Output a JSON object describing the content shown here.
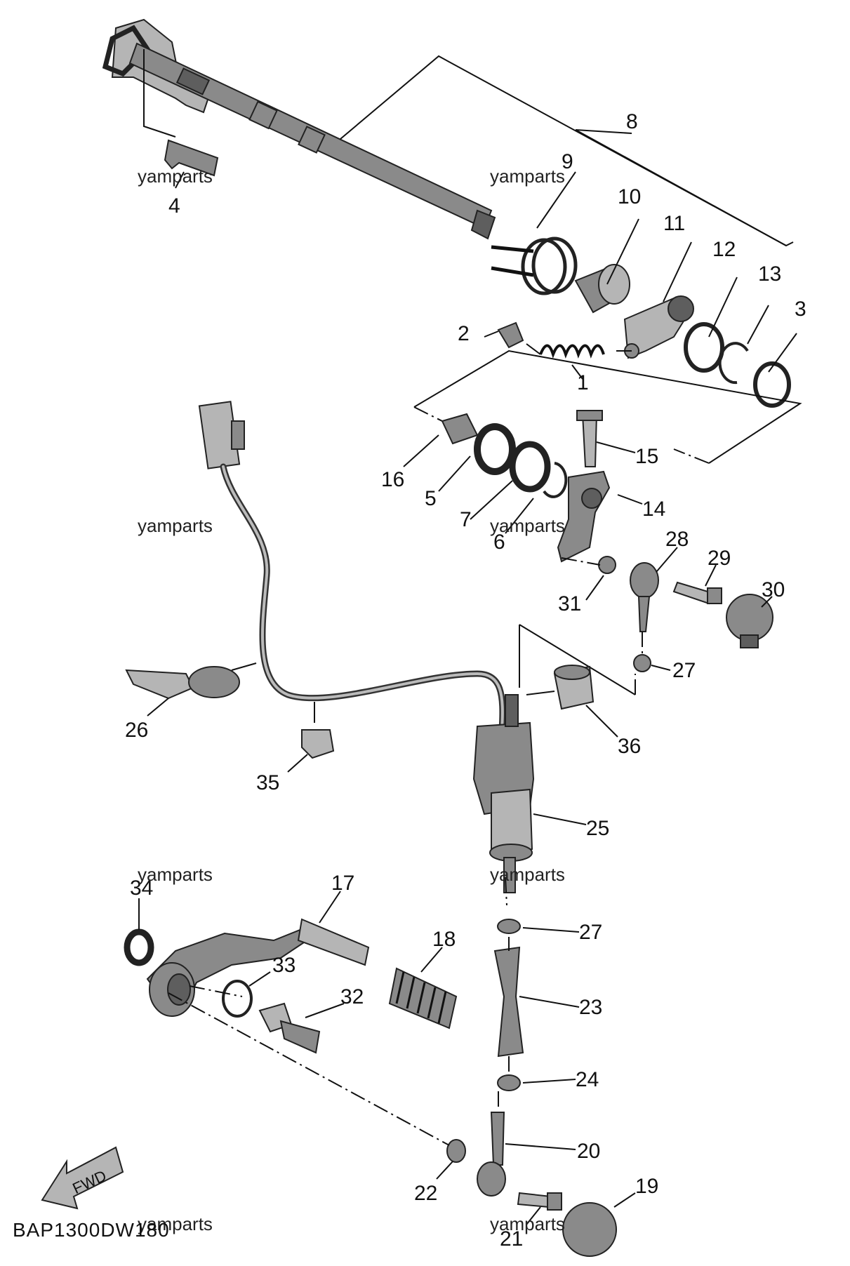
{
  "diagram_code": "BAP1300DW180",
  "fwd_label": "FWD",
  "watermark": "yamparts",
  "callouts": [
    "1",
    "2",
    "3",
    "4",
    "5",
    "6",
    "7",
    "8",
    "9",
    "10",
    "11",
    "12",
    "13",
    "14",
    "15",
    "16",
    "17",
    "18",
    "19",
    "20",
    "21",
    "22",
    "23",
    "24",
    "25",
    "26",
    "27",
    "27",
    "28",
    "29",
    "30",
    "31",
    "32",
    "33",
    "34",
    "35",
    "36"
  ],
  "colors": {
    "line": "#111111",
    "part_fill": "#8a8a8a",
    "background": "#ffffff"
  }
}
